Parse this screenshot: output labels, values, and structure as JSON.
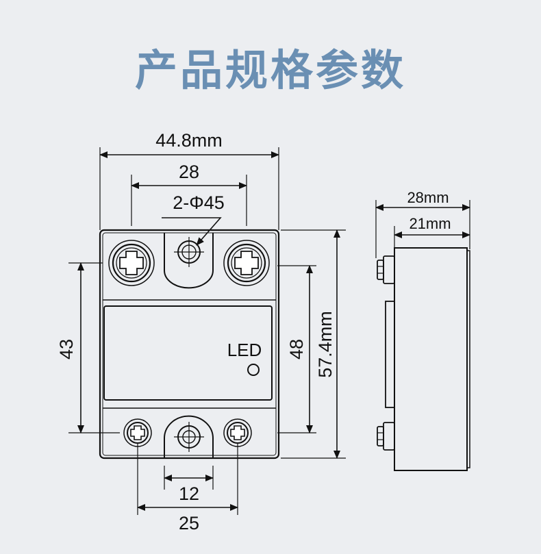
{
  "title": "产品规格参数",
  "front_view": {
    "overall_width": "44.8mm",
    "mounting_hole_spacing": "28",
    "mounting_holes": "2-Φ45",
    "terminal_spacing": "43",
    "mounting_height": "48",
    "overall_height": "57.4mm",
    "bottom_notch": "12",
    "bottom_terminal_spacing": "25",
    "led_label": "LED"
  },
  "side_view": {
    "overall_depth": "28mm",
    "body_depth": "21mm"
  }
}
